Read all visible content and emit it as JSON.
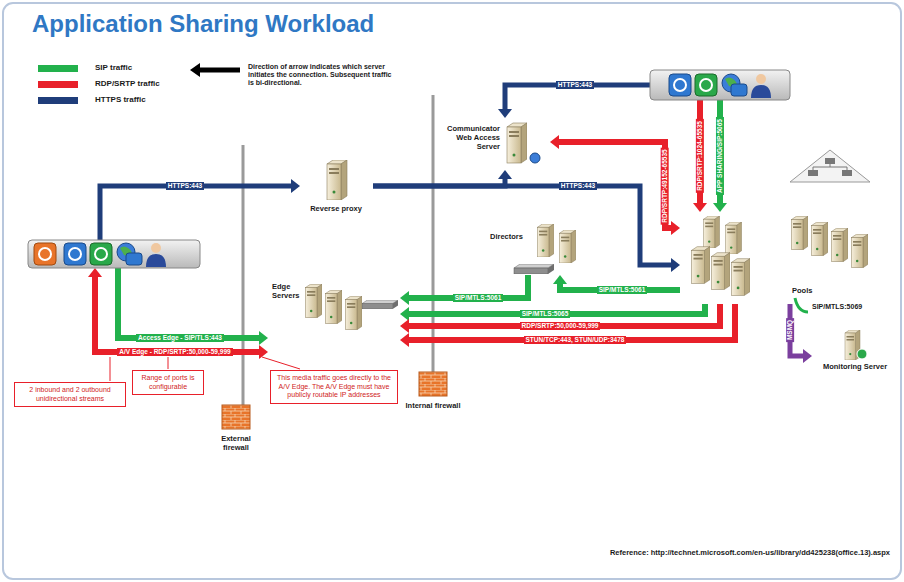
{
  "diagram": {
    "title": "Application Sharing Workload",
    "nodes": [
      {
        "text": [
          "Communicator Web Access Server"
        ]
      },
      {
        "text": [
          "Reverse proxy"
        ]
      },
      {
        "text": [
          "Directors"
        ]
      },
      {
        "text": [
          "Edge Servers"
        ]
      },
      {
        "text": [
          "Pools"
        ]
      },
      {
        "text": [
          "Monitoring Server"
        ]
      },
      {
        "text": [
          "External firewall"
        ]
      },
      {
        "text": [
          "Internal firewall"
        ]
      },
      {
        "text": [
          "2 inbound and 2 outbound unidirectional streams"
        ]
      },
      {
        "text": [
          "Range of ports is configurable"
        ]
      },
      {
        "text": [
          "This media traffic goes directly to the A/V Edge. The A/V Edge must have publicly routable IP addresses"
        ]
      }
    ],
    "edges": [
      {
        "from": 1,
        "to": 0,
        "arrow": "to"
      },
      {
        "from": 1,
        "to": 4,
        "label": "HTTPS:443",
        "arrow": "to"
      },
      {
        "from": 4,
        "to": 0,
        "label": "RDP/SRTP:49152-65535",
        "arrow": "both"
      },
      {
        "from": 2,
        "to": 3,
        "label": "SIP/MTLS:5061",
        "arrow": "to"
      },
      {
        "from": 4,
        "to": 2,
        "label": "SIP/MTLS:5061",
        "arrow": "to"
      },
      {
        "from": 4,
        "to": 3,
        "label": "SIP/MTLS:5065",
        "arrow": "to"
      },
      {
        "from": 4,
        "to": 3,
        "label": "RDP/SRTP:50,000-59,999",
        "arrow": "to"
      },
      {
        "from": 4,
        "to": 3,
        "label": "STUN/TCP:443, STUN/UDP:3478",
        "arrow": "to"
      },
      {
        "from": 4,
        "to": 5,
        "label": "MSMQ",
        "arrow": "to"
      }
    ],
    "labels": [
      "HTTPS:443",
      "RDP/SRTP:1024-65535",
      "APP SHARING/SIP:5065",
      "HTTPS:443",
      "Access Edge - SIP/TLS:443",
      "A/V Edge - RDP/SRTP:50,000-59,999",
      "SIP/MTLS:5069",
      "Reference: http://technet.microsoft.com/en-us/library/dd425238(office.13).aspx"
    ],
    "legend": [
      {
        "text": "SIP traffic",
        "color": "#22b14c"
      },
      {
        "text": "RDP/SRTP traffic",
        "color": "#e8202a"
      },
      {
        "text": "HTTPS traffic",
        "color": "#1f3d7a"
      },
      {
        "text": "Direction of arrow indicates which server initiates the connection. Subsequent traffic is bi-directional."
      }
    ]
  }
}
